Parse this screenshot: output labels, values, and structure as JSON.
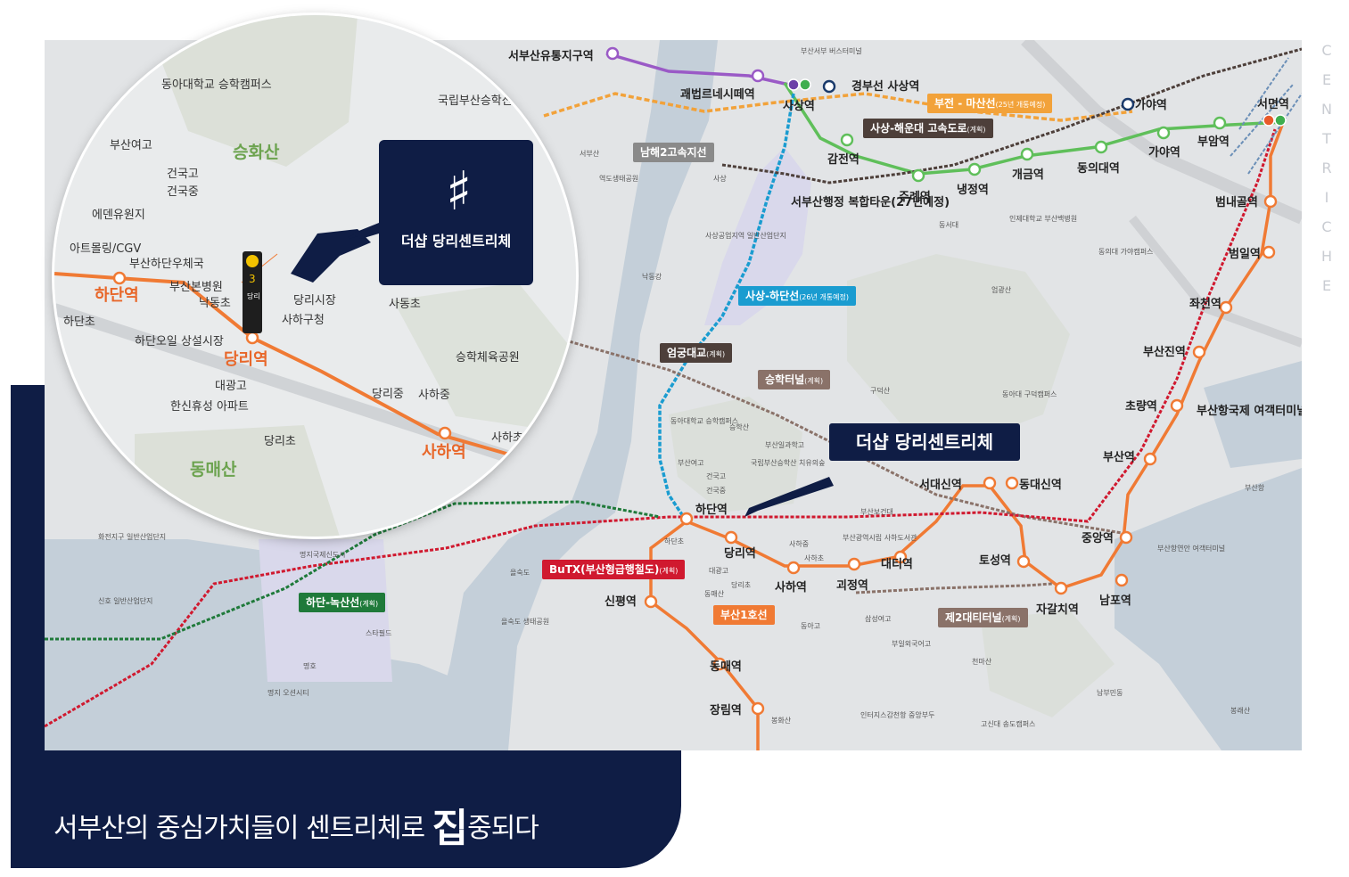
{
  "brand": {
    "letters": [
      "C",
      "E",
      "N",
      "T",
      "R",
      "I",
      "C",
      "H",
      "E"
    ]
  },
  "hero": {
    "title": "더샵 당리센트리체",
    "logo_glyph": "♯"
  },
  "main_callout": "더샵 당리센트리체",
  "slogan": {
    "part1": "서부산의 중심가치들이 센트리체로 ",
    "emphasis": "집",
    "part2": "중되다"
  },
  "line_tags": {
    "busan_line1": "부산1호선",
    "sasang_hadan": {
      "name": "사상-하단선",
      "note": "(26년 개통예정)"
    },
    "bujeon_masan": {
      "name": "부전 - 마산선",
      "note": "(25년 개통예정)"
    },
    "sasang_haeundae": {
      "name": "사상-해운대 고속도로",
      "note": "(계획)"
    },
    "namhae2": "남해2고속지선",
    "eomgung": {
      "name": "엄궁대교",
      "note": "(계획)"
    },
    "seunghak_tunnel": {
      "name": "승학터널",
      "note": "(계획)"
    },
    "butx": {
      "name": "BuTX(부산형급행철도)",
      "note": "(계획)"
    },
    "hadan_noksan": {
      "name": "하단-녹산선",
      "note": "(계획)"
    },
    "daeti2": {
      "name": "제2대티터널",
      "note": "(계획)"
    }
  },
  "stations": {
    "seobusan_yutong": "서부산유통지구역",
    "gwaebeop": "괘법르네시떼역",
    "sasang": "사상역",
    "bus_terminal": "부산서부 버스터미널",
    "gyeongbu_sasang": "경부선 사상역",
    "gamjeon": "감전역",
    "jurye": "주례역",
    "naengjeong": "냉정역",
    "gaegeum": "개금역",
    "dongeui": "동의대역",
    "gaya": "가야역",
    "gaya2": "가야역",
    "buam": "부암역",
    "seomyeon": "서면역",
    "beomnaegol": "범내골역",
    "beomil": "범일역",
    "jwacheon": "좌천역",
    "busanjin": "부산진역",
    "choryang": "초량역",
    "busan": "부산역",
    "jungang": "중앙역",
    "nampo": "남포역",
    "jagalchi": "자갈치역",
    "toseong": "토성역",
    "dongdaesin": "동대신역",
    "seodaesin": "서대신역",
    "daeti": "대티역",
    "goejeong": "괴정역",
    "saha": "사하역",
    "dangni": "당리역",
    "hadan": "하단역",
    "sinpyeong": "신평역",
    "dongmae": "동매역",
    "jangnim": "장림역"
  },
  "places": {
    "gukrip_forest": "국립부산승학산 치유의숲",
    "admin_town": "서부산행정 복합타운(27년예정)",
    "ferry_terminal": "부산항국제 여객터미널",
    "sasang_industrial": "사상공업지역 일반산업단지",
    "nakdong": "낙동강",
    "myeongji": "명지국제신도시",
    "hwajeon": "화전지구 일반산업단지",
    "sinho": "신호 일반산업단지",
    "myeongji_ocean": "명지 오션시티",
    "eulsukdo": "을숙도",
    "eulsukdo_park": "을숙도 생태공원",
    "starfield": "스타필드",
    "myeongho": "명호",
    "seobusan_c": "서부산",
    "sasang_c": "사상",
    "yeokdo_park": "역도생태공원",
    "eomgwangsan": "엄광산",
    "dongseodae": "동서대",
    "inje": "인제대학교 부산백병원",
    "dongui_gaya": "동의대 가야캠퍼스",
    "gudeok": "구덕산",
    "dongadae_gudeok": "동아대 구덕캠퍼스",
    "busan_port": "부산항",
    "port_terminal": "부산항연안 여객터미널",
    "namgu": "남부민동",
    "bongnae": "봉래산",
    "cheonmasan": "천마산",
    "gosin": "고신대 송도캠퍼스",
    "intercity": "인터지스감천항 중앙부두",
    "dong_a": "동아대학교 승학캠퍼스",
    "seunghak": "승학산",
    "ilgwang": "부산일과학고",
    "gukrip_small": "국립부산승학산 치유의숲",
    "busan_yeogo": "부산여고",
    "geonguk_go": "건국고",
    "geonguk_jung": "건국중",
    "hadan_cho": "하단초",
    "daegwang": "대광고",
    "dongmae_san": "동매산",
    "dangni_cho": "당리초",
    "sahajung": "사하중",
    "sahacho": "사하초",
    "busan_lib": "부산광역시립 사하도서관",
    "busan_bogeon": "부산보건대",
    "samsung": "삼성여고",
    "busan_girls": "부일외국어고",
    "dongadaegyo": "동아고",
    "bonghwasan": "봉화산",
    "eulsukdo_small": "을숙도"
  },
  "inset": {
    "dong_a": "동아대학교 승학캠퍼스",
    "seunghaksan": "승화산",
    "busan_yeogo": "부산여고",
    "geonguk_go": "건국고",
    "geonguk_jung": "건국중",
    "eden": "에덴유원지",
    "artmall": "아트몰링/CGV",
    "post": "부산하단우체국",
    "hospital": "부산본병원",
    "nakdong_cho": "낙동초",
    "hadan_station": "하단역",
    "hadan_cho": "하단초",
    "hadan_market": "하단오일 상설시장",
    "dangni_station": "당리역",
    "daegwang": "대광고",
    "hansin": "한신휴성 아파트",
    "dangni_cho": "당리초",
    "dongmaesan": "동매산",
    "dangni_market": "당리시장",
    "saha_office": "사하구청",
    "sadong_cho": "사동초",
    "seunghak_gym": "승학체육공원",
    "dangni_jung": "당리중",
    "saha_jung": "사하중",
    "saha_cho": "사하초",
    "saha_station": "사하역",
    "gukrip": "국립부산승학산 치유의숲",
    "line3_num": "3",
    "line3_label": "당리"
  },
  "colors": {
    "navy": "#0f1d45",
    "line1_orange": "#f07a34",
    "sasang_hadan_blue": "#1a9cd0",
    "bujeon_masan_orange": "#f2a23a",
    "line2_green": "#5fbf5a",
    "butx_red": "#d0192f",
    "hadan_noksan_green": "#1f7a3a",
    "tunnel_brown": "#8a7269",
    "highway_dark": "#4d3f3a"
  }
}
